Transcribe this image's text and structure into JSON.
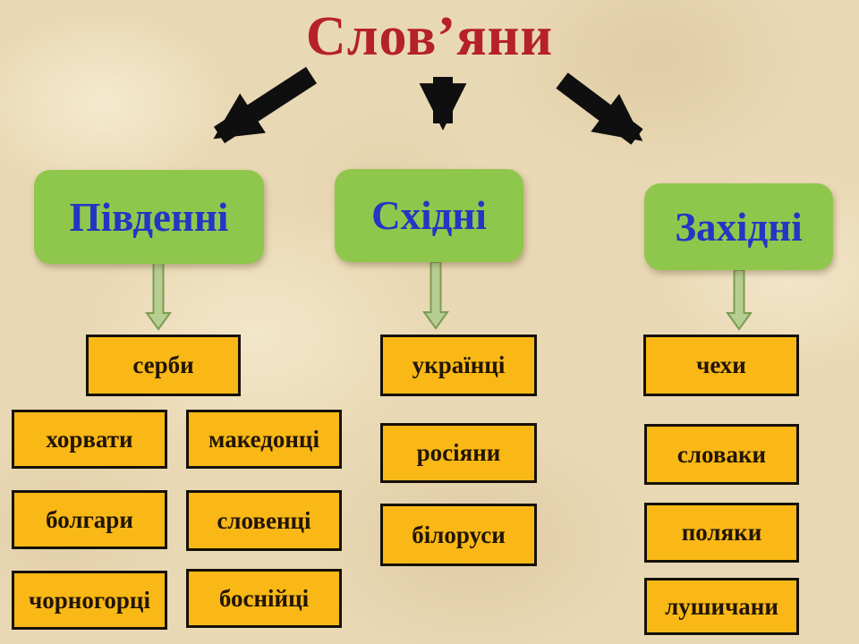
{
  "title": "Слов’яни",
  "groups": [
    {
      "label": "Південні",
      "members": [
        "серби",
        "хорвати",
        "македонці",
        "болгари",
        "словенці",
        "чорногорці",
        "боснійці"
      ]
    },
    {
      "label": "Східні",
      "members": [
        "українці",
        "росіяни",
        "білоруси"
      ]
    },
    {
      "label": "Західні",
      "members": [
        "чехи",
        "словаки",
        "поляки",
        "лушичани"
      ]
    }
  ],
  "colors": {
    "background": "#e9d8b4",
    "title_text": "#b5212a",
    "group_box_fill": "#8fc74c",
    "group_box_text": "#2336c4",
    "member_box_fill": "#f9b816",
    "member_box_border": "#151008",
    "member_box_text": "#221505",
    "connector_black": "#0f0f0f",
    "connector_green_fill": "#b6ce91",
    "connector_green_stroke": "#7d9b52"
  }
}
